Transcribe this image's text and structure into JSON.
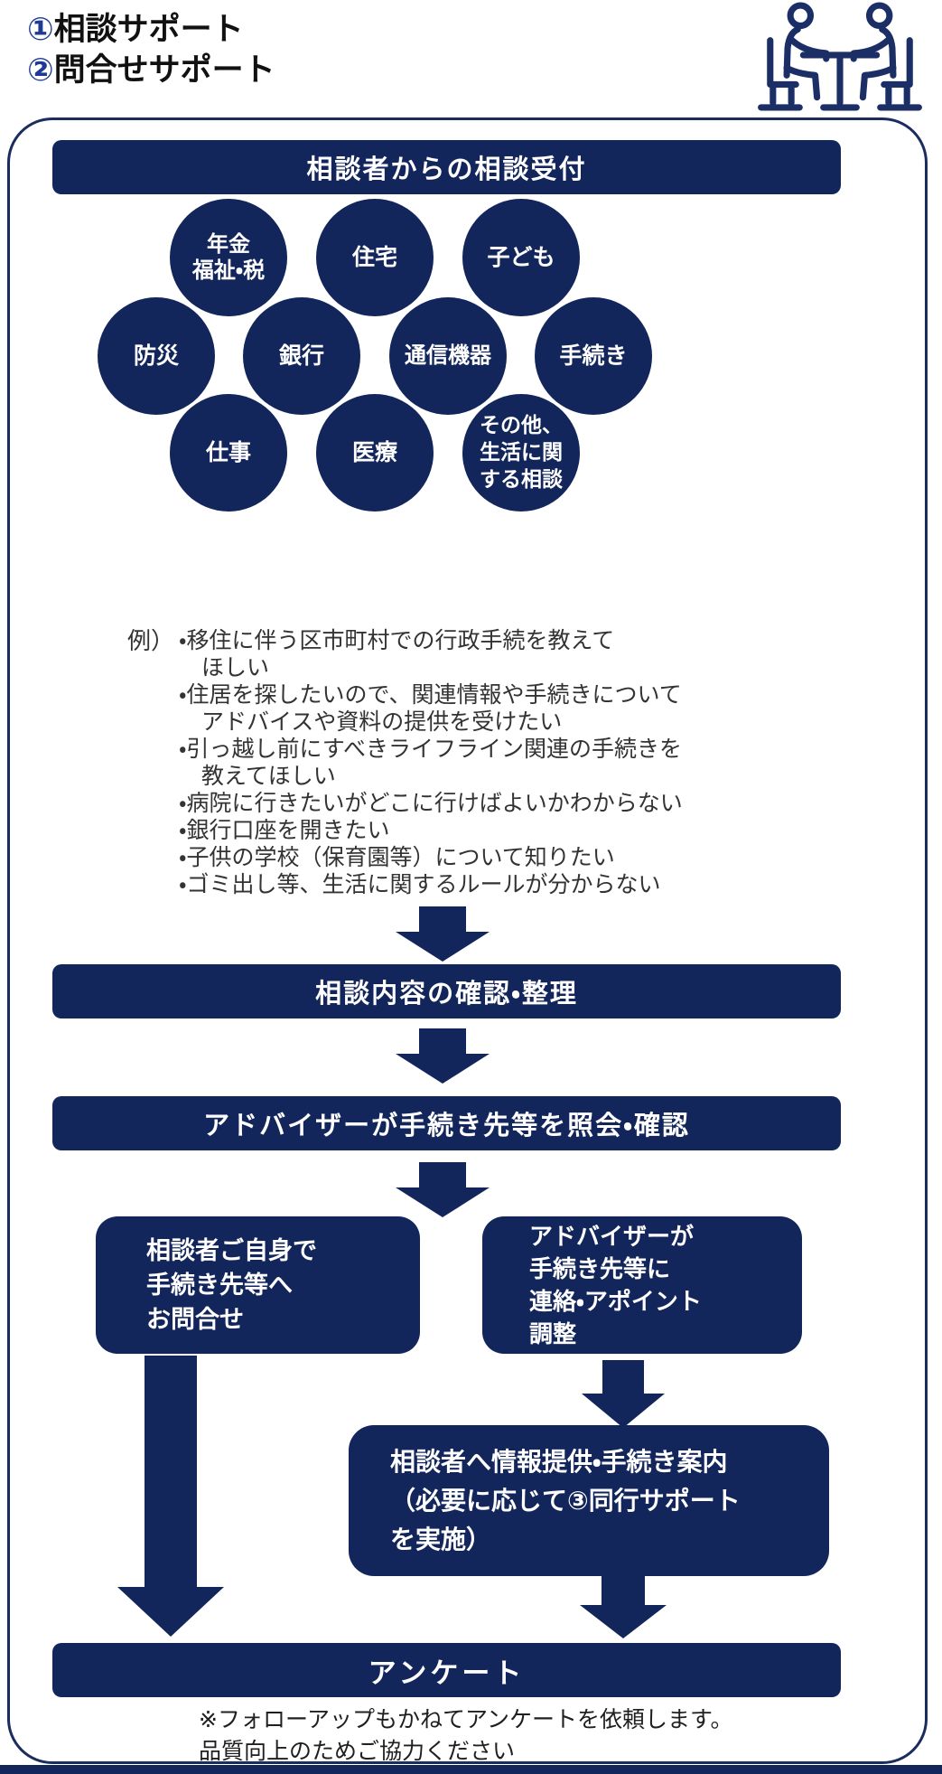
{
  "title": {
    "lines": [
      {
        "num": "①",
        "text": "相談サポート"
      },
      {
        "num": "②",
        "text": "問合せサポート"
      }
    ]
  },
  "icon": {
    "name": "two-people-meeting-at-table"
  },
  "colors": {
    "navy": "#13265c",
    "container_border": "#1b2d5f",
    "number_blue": "#1e3a96",
    "text_dark": "#333333",
    "white": "#ffffff"
  },
  "flow": {
    "intake_header": "相談者からの相談受付",
    "topics": [
      "年金\n福祉・税",
      "住宅",
      "子ども",
      "防災",
      "銀行",
      "通信機器",
      "手続き",
      "仕事",
      "医療",
      "その他、\n生活に関\nする相談"
    ],
    "examples": {
      "label": "例）",
      "items": [
        "・移住に伴う区市町村での行政手続を教えて\nほしい",
        "・住居を探したいので、関連情報や手続きについて\nアドバイスや資料の提供を受けたい",
        "・引っ越し前にすべきライフライン関連の手続きを\n教えてほしい",
        "・病院に行きたいがどこに行けばよいかわからない",
        "・銀行口座を開きたい",
        "・子供の学校（保育園等）について知りたい",
        "・ゴミ出し等、生活に関するルールが分からない"
      ]
    },
    "step_confirm": "相談内容の確認・整理",
    "step_refer": "アドバイザーが手続き先等を照会・確認",
    "branch_self": "相談者ご自身で\n手続き先等へ\nお問合せ",
    "branch_advisor": "アドバイザーが\n手続き先等に\n連絡・アポイント\n調整",
    "info_box": "相談者へ情報提供・手続き案内\n（必要に応じて③同行サポート\nを実施）",
    "survey": "アンケート",
    "survey_note": "※フォローアップもかねてアンケートを依頼します。\n品質向上のためご協力ください"
  }
}
